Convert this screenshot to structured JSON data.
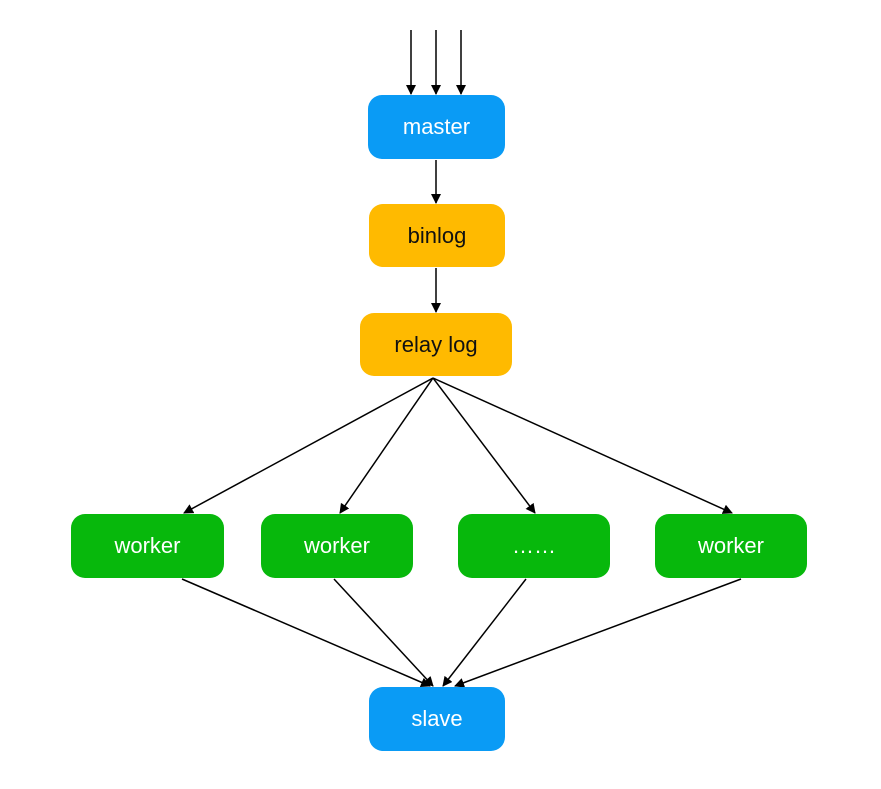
{
  "nodes": {
    "master": "master",
    "binlog": "binlog",
    "relay_log": "relay log",
    "workers": [
      "worker",
      "worker",
      "……",
      "worker"
    ],
    "slave": "slave"
  },
  "colors": {
    "blue": "#0a9bf5",
    "yellow": "#ffba00",
    "green": "#07b80c",
    "edge": "#000000"
  }
}
